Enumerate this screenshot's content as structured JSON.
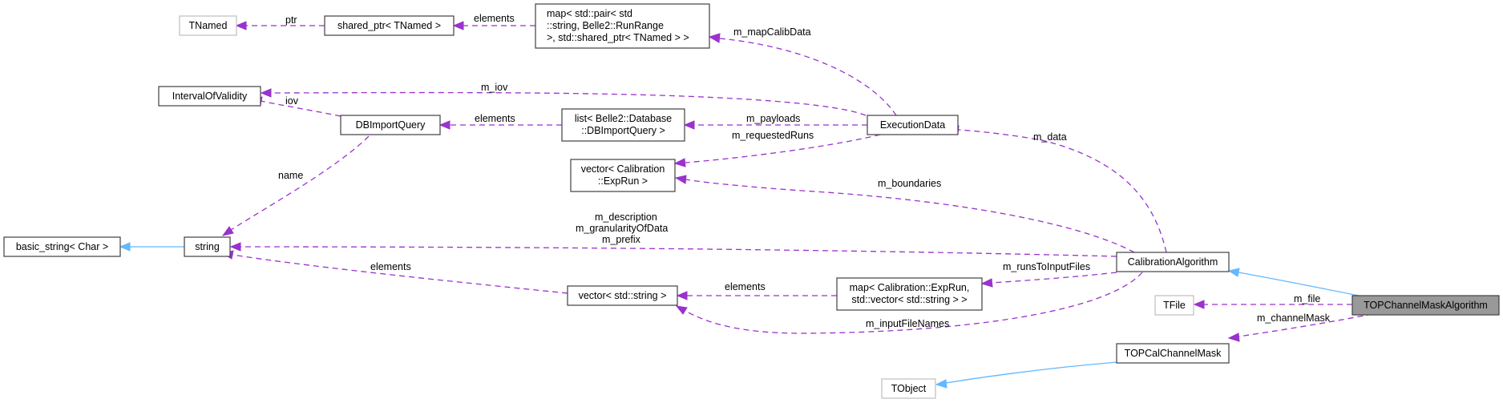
{
  "nodes": {
    "tnamed": "TNamed",
    "shared_ptr": "shared_ptr< TNamed >",
    "map_calib_1": "map< std::pair< std",
    "map_calib_2": "::string, Belle2::RunRange",
    "map_calib_3": ">, std::shared_ptr< TNamed > >",
    "interval_of_validity": "IntervalOfValidity",
    "db_import_query": "DBImportQuery",
    "list_db_1": "list< Belle2::Database",
    "list_db_2": "::DBImportQuery >",
    "execution_data": "ExecutionData",
    "vector_exprun_1": "vector< Calibration",
    "vector_exprun_2": "::ExpRun >",
    "basic_string": "basic_string< Char >",
    "string": "string",
    "calibration_algorithm": "CalibrationAlgorithm",
    "tfile": "TFile",
    "top_channel_mask_algorithm": "TOPChannelMaskAlgorithm",
    "vector_string": "vector< std::string >",
    "map_runs_1": "map< Calibration::ExpRun,",
    "map_runs_2": "std::vector< std::string > >",
    "top_cal_channel_mask": "TOPCalChannelMask",
    "tobject": "TObject"
  },
  "edge_labels": {
    "ptr": "ptr",
    "elements_shared": "elements",
    "m_mapCalibData": "m_mapCalibData",
    "m_iov": "m_iov",
    "iov": "iov",
    "elements_list": "elements",
    "m_payloads": "m_payloads",
    "m_requestedRuns": "m_requestedRuns",
    "m_data": "m_data",
    "name": "name",
    "m_boundaries": "m_boundaries",
    "m_description": "m_description",
    "m_granularityOfData": "m_granularityOfData",
    "m_prefix": "m_prefix",
    "elements_vector": "elements",
    "elements_map": "elements",
    "m_runsToInputFiles": "m_runsToInputFiles",
    "m_file": "m_file",
    "m_channelMask": "m_channelMask",
    "m_inputFileNames": "m_inputFileNames"
  },
  "colors": {
    "dependency": "#9a32cd",
    "inheritance": "#63b8ff",
    "focus_fill": "#999999",
    "node_border": "#404040",
    "external_border": "#bfbfbf"
  }
}
